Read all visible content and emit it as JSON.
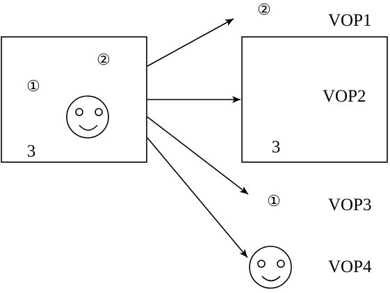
{
  "source_frame": {
    "markers": {
      "circled_two": "②",
      "circled_one": "①"
    },
    "background_number": "3",
    "face_icon": "smiley-face-icon"
  },
  "vops": [
    {
      "label": "VOP1",
      "content": "②"
    },
    {
      "label": "VOP2",
      "content": "3"
    },
    {
      "label": "VOP3",
      "content": "①"
    },
    {
      "label": "VOP4",
      "content_icon": "smiley-face-icon"
    }
  ]
}
